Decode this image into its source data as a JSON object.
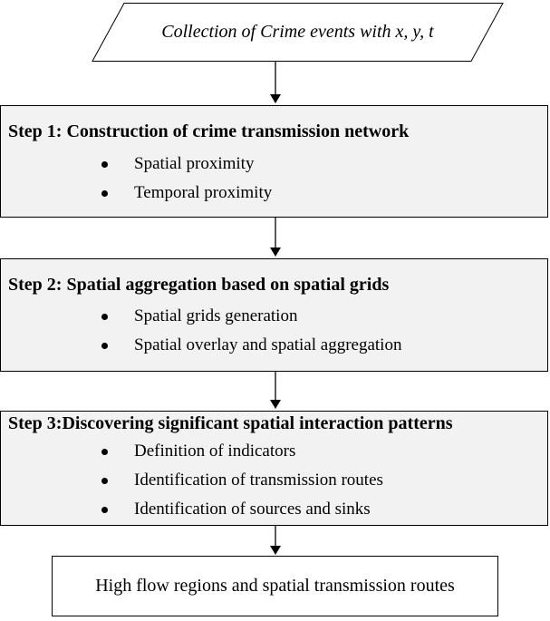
{
  "input": {
    "label": "Collection of Crime events with x, y, t"
  },
  "steps": [
    {
      "title": "Step 1:  Construction of crime transmission network",
      "items": [
        "Spatial proximity",
        "Temporal proximity"
      ]
    },
    {
      "title": "Step 2: Spatial aggregation based on spatial grids",
      "items": [
        "Spatial grids generation",
        "Spatial overlay and spatial aggregation"
      ]
    },
    {
      "title": "Step 3:Discovering significant spatial interaction patterns",
      "items": [
        "Definition of indicators",
        "Identification of transmission routes",
        "Identification of sources and sinks"
      ]
    }
  ],
  "output": {
    "label": "High flow regions and spatial transmission routes"
  }
}
